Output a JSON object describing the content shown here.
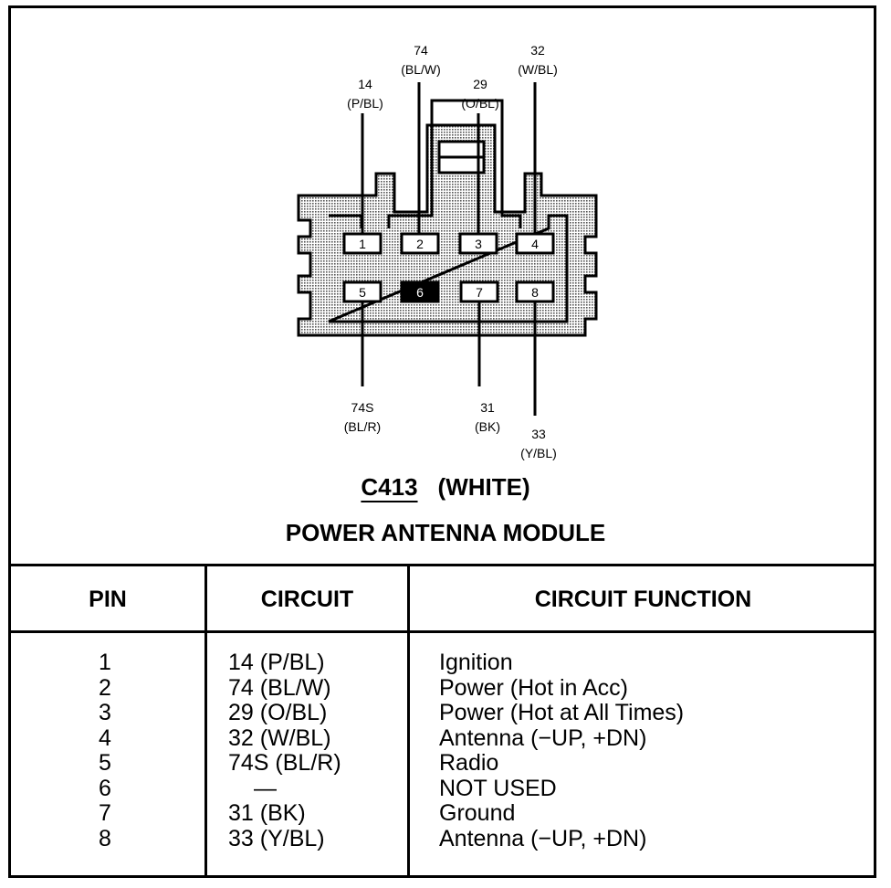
{
  "connector": {
    "id": "C413",
    "color": "(WHITE)",
    "module": "POWER ANTENNA MODULE"
  },
  "wires": {
    "pin1": {
      "circuit": "14",
      "color": "(P/BL)"
    },
    "pin2": {
      "circuit": "74",
      "color": "(BL/W)"
    },
    "pin3": {
      "circuit": "29",
      "color": "(O/BL)"
    },
    "pin4": {
      "circuit": "32",
      "color": "(W/BL)"
    },
    "pin5": {
      "circuit": "74S",
      "color": "(BL/R)"
    },
    "pin7": {
      "circuit": "31",
      "color": "(BK)"
    },
    "pin8": {
      "circuit": "33",
      "color": "(Y/BL)"
    }
  },
  "pin_labels": [
    "1",
    "2",
    "3",
    "4",
    "5",
    "6",
    "7",
    "8"
  ],
  "table": {
    "headers": {
      "pin": "PIN",
      "circuit": "CIRCUIT",
      "function": "CIRCUIT FUNCTION"
    },
    "rows": [
      {
        "pin": "1",
        "circuit": "14 (P/BL)",
        "function": "Ignition"
      },
      {
        "pin": "2",
        "circuit": "74 (BL/W)",
        "function": "Power (Hot in Acc)"
      },
      {
        "pin": "3",
        "circuit": "29 (O/BL)",
        "function": "Power (Hot at All Times)"
      },
      {
        "pin": "4",
        "circuit": "32 (W/BL)",
        "function": "Antenna (−UP, +DN)"
      },
      {
        "pin": "5",
        "circuit": "74S (BL/R)",
        "function": "Radio"
      },
      {
        "pin": "6",
        "circuit": "—",
        "function": "NOT USED"
      },
      {
        "pin": "7",
        "circuit": "31 (BK)",
        "function": "Ground"
      },
      {
        "pin": "8",
        "circuit": "33 (Y/BL)",
        "function": "Antenna (−UP, +DN)"
      }
    ]
  }
}
